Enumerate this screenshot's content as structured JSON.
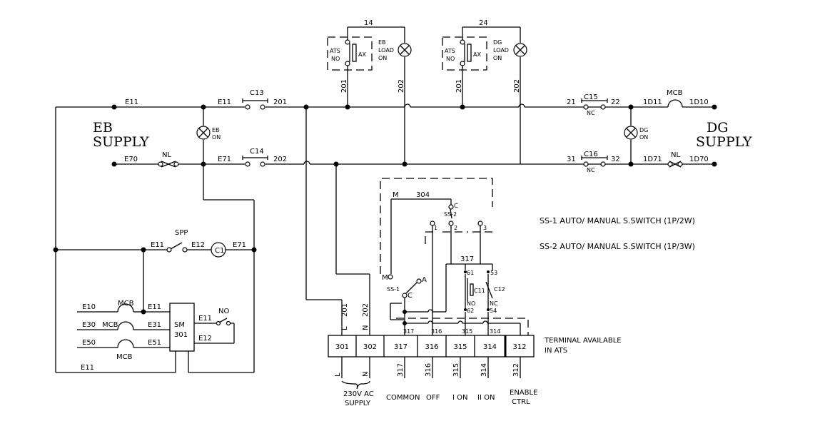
{
  "supply_eb": {
    "line1": "EB",
    "line2": "SUPPLY"
  },
  "supply_dg": {
    "line1": "DG",
    "line2": "SUPPLY"
  },
  "wires": {
    "e11_a": "E11",
    "e11_b": "E11",
    "e11_c": "E11",
    "e11_d": "E11",
    "e11_e": "E11",
    "e11_f": "E11",
    "e11_g": "E11",
    "e70": "E70",
    "e71_a": "E71",
    "e71_b": "E71",
    "w201_a": "201",
    "w202_a": "202",
    "w201_b": "201",
    "w202_b": "202",
    "w201_c": "201",
    "w202_c": "202",
    "w201_d": "201",
    "w202_d": "202",
    "w14": "14",
    "w24": "24",
    "w21": "21",
    "w22": "22",
    "w31": "31",
    "w32": "32",
    "w1d11": "1D11",
    "w1d10": "1D10",
    "w1d71": "1D71",
    "w1d70": "1D70",
    "e12_a": "E12",
    "e12_b": "E12",
    "e10": "E10",
    "e30": "E30",
    "e31": "E31",
    "e50": "E50",
    "e51": "E51",
    "w304": "304",
    "m_top": "M",
    "w317": "317",
    "t317": "317",
    "t316": "316",
    "t315": "315",
    "t314": "314"
  },
  "components": {
    "c13": "C13",
    "c14": "C14",
    "c15": "C15",
    "c16": "C16",
    "nc15": "NC",
    "nc16": "NC",
    "eb_on_1": "EB",
    "eb_on_2": "ON",
    "dg_on_1": "DG",
    "dg_on_2": "ON",
    "nl_left": "NL",
    "nl_right": "NL",
    "mcb_dg": "MCB",
    "mcb_a": "MCB",
    "mcb_b": "MCB",
    "mcb_c": "MCB",
    "spp": "SPP",
    "c1": "C1",
    "sm1": "SM",
    "sm2": "301",
    "no_sm": "NO",
    "ats1_ats": "ATS",
    "ats1_no": "NO",
    "ats1_ax": "AX",
    "ats1_l1": "EB",
    "ats1_l2": "LOAD",
    "ats1_l3": "ON",
    "ats2_ats": "ATS",
    "ats2_no": "NO",
    "ats2_ax": "AX",
    "ats2_l1": "DG",
    "ats2_l2": "LOAD",
    "ats2_l3": "ON",
    "ss2_c": "C",
    "ss2_lbl": "SS-2",
    "ss2_1": "1",
    "ss2_2": "2",
    "ss2_3": "3",
    "ss1_m": "M",
    "ss1_a": "A",
    "ss1_c": "C",
    "ss1_lbl": "SS-1",
    "c11": "C11",
    "c12": "C12",
    "p61": "61",
    "p53": "53",
    "p62": "62",
    "p54": "54",
    "no_c11": "NO",
    "nc_c12": "NC"
  },
  "terminals": [
    "301",
    "302",
    "317",
    "316",
    "315",
    "314",
    "312"
  ],
  "terminal_note": {
    "line1": "TERMINAL AVAILABLE",
    "line2": "IN ATS"
  },
  "bottom_labels": [
    "L",
    "N",
    "317",
    "316",
    "315",
    "314",
    "312"
  ],
  "top_labels": {
    "l": "L",
    "n": "N",
    "w201": "201",
    "w202": "202"
  },
  "functions": {
    "supply1": "230V AC",
    "supply2": "SUPPLY",
    "common": "COMMON",
    "off": "OFF",
    "i_on": "I ON",
    "ii_on": "II ON",
    "enable1": "ENABLE",
    "enable2": "CTRL"
  },
  "legend": {
    "ss1": "SS-1 AUTO/ MANUAL S.SWITCH (1P/2W)",
    "ss2": "SS-2 AUTO/ MANUAL S.SWITCH (1P/3W)"
  }
}
